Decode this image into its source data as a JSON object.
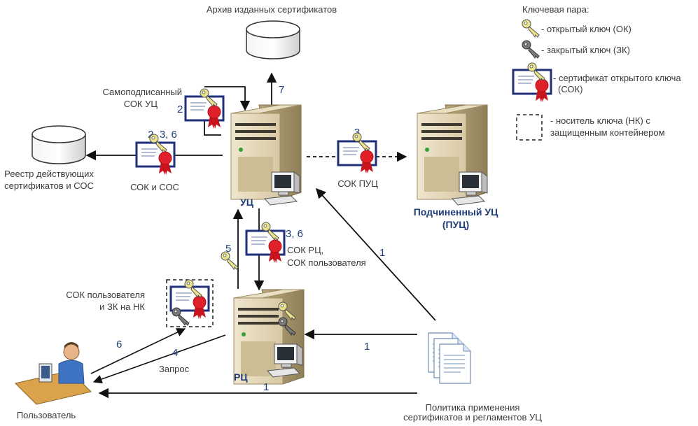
{
  "legend": {
    "title": "Ключевая пара:",
    "public_key": "- открытый ключ (ОК)",
    "private_key": "- закрытый ключ (ЗК)",
    "certificate_line1": "- сертификат открытого ключа",
    "certificate_line2": "(СОК)",
    "carrier_line1": "- носитель ключа (НК) с",
    "carrier_line2": "защищенным контейнером"
  },
  "nodes": {
    "archive": "Архив изданных сертификатов",
    "registry_line1": "Реестр действующих",
    "registry_line2": "сертификатов и СОС",
    "uc": "УЦ",
    "puc_line1": "Подчиненный УЦ",
    "puc_line2": "(ПУЦ)",
    "rc": "РЦ",
    "user": "Пользователь",
    "policy_line1": "Политика применения",
    "policy_line2": "сертификатов и регламентов УЦ"
  },
  "labels": {
    "selfsigned_line1": "Самоподписанный",
    "selfsigned_line2": "СОК УЦ",
    "sok_sos": "СОК и СОС",
    "sok_puc": "СОК ПУЦ",
    "sok_rc_line1": "СОК РЦ,",
    "sok_rc_line2": "СОК пользователя",
    "user_sok_line1": "СОК пользователя",
    "user_sok_line2": "и ЗК на НК",
    "request": "Запрос"
  },
  "steps": {
    "archive": "7",
    "selfsigned": "2",
    "registry": "2, 3, 6",
    "puc": "3",
    "rc_down": "3, 6",
    "rc_up": "5",
    "policy_uc": "1",
    "policy_rc": "1",
    "policy_user": "1",
    "user_in": "6",
    "user_out": "4"
  },
  "colors": {
    "accent_text": "#1f3d78",
    "certificate_border": "#1f2f7a",
    "seal": "#e0202a",
    "public_key": "#e8e07a",
    "private_key": "#6a6a6a"
  }
}
